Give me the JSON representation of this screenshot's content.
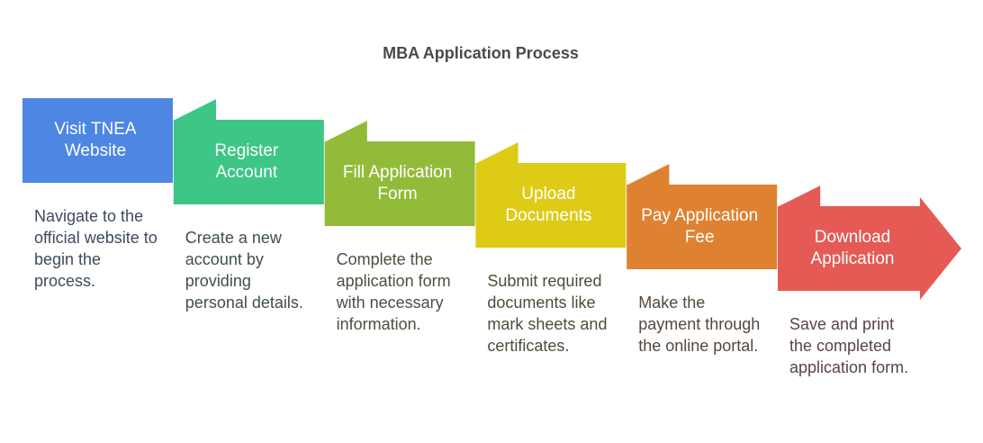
{
  "title": "MBA Application Process",
  "steps": [
    {
      "label": "Visit TNEA Website",
      "description": "Navigate to the official website to begin the process.",
      "color": "#4e86e4",
      "text_color": "#3e4a5e"
    },
    {
      "label": "Register Account",
      "description": "Create a new account by providing personal details.",
      "color": "#3dc685",
      "text_color": "#3f5048"
    },
    {
      "label": "Fill Application Form",
      "description": "Complete the application form with necessary information.",
      "color": "#93bb3a",
      "text_color": "#4a5040"
    },
    {
      "label": "Upload Documents",
      "description": "Submit required documents like mark sheets and certificates.",
      "color": "#ddcb16",
      "text_color": "#4e4c38"
    },
    {
      "label": "Pay Application Fee",
      "description": "Make the payment through the online portal.",
      "color": "#de8231",
      "text_color": "#54483e"
    },
    {
      "label": "Download Application",
      "description": "Save and print the completed application form.",
      "color": "#e55a55",
      "text_color": "#5a4444"
    }
  ]
}
